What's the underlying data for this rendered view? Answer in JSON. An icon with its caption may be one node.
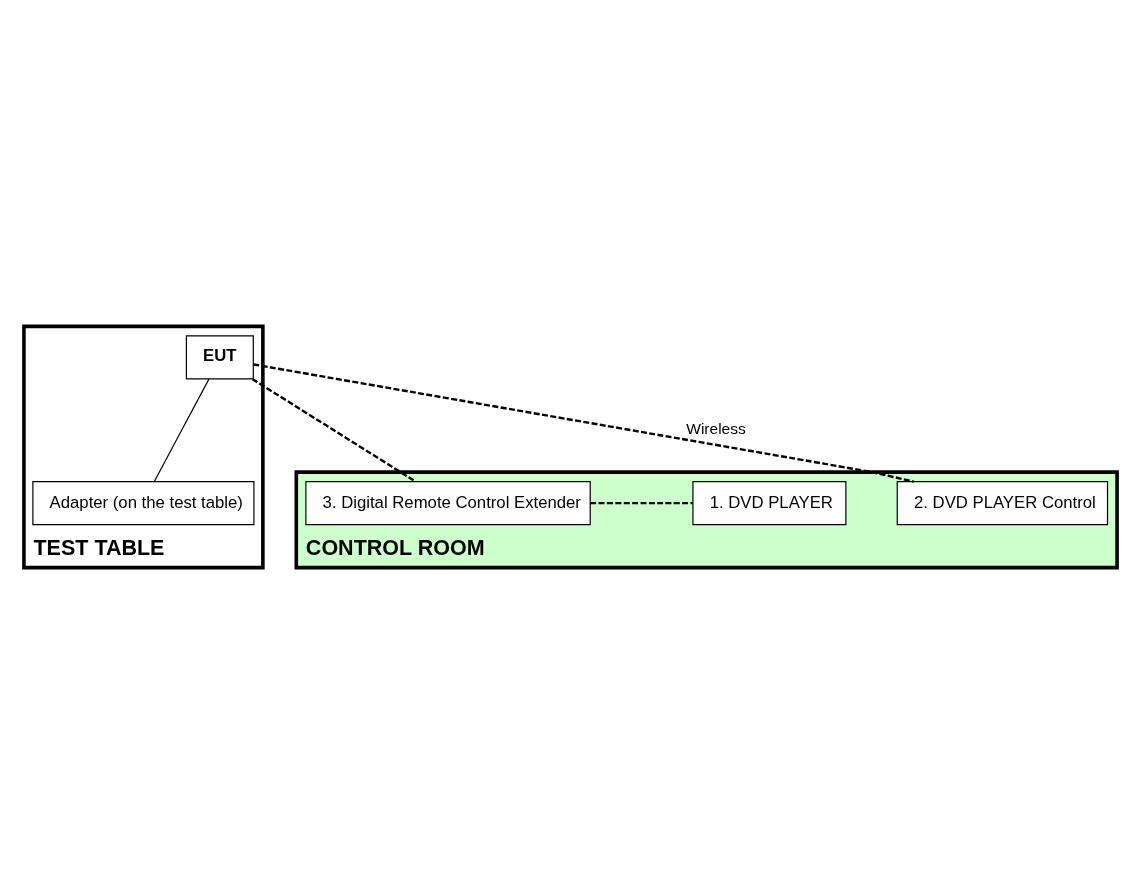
{
  "diagram": {
    "nodes": [
      {
        "text": [
          "TEST TABLE"
        ]
      },
      {
        "text": [
          "EUT"
        ],
        "in": 0
      },
      {
        "text": [
          "Adapter (on the test table)"
        ],
        "in": 0
      },
      {
        "text": [
          "CONTROL ROOM"
        ]
      },
      {
        "text": [
          "3. Digital Remote Control Extender"
        ],
        "in": 3
      },
      {
        "text": [
          "1. DVD PLAYER"
        ],
        "in": 3
      },
      {
        "text": [
          "2. DVD PLAYER Control"
        ],
        "in": 3
      }
    ],
    "edges": [
      {
        "from": 1,
        "to": 2,
        "arrow": "none"
      },
      {
        "from": 1,
        "to": 4,
        "arrow": "none",
        "style": "dashed"
      },
      {
        "from": 1,
        "to": 6,
        "arrow": "none",
        "style": "dashed",
        "label": "Wireless"
      },
      {
        "from": 4,
        "to": 5,
        "arrow": "none",
        "style": "dashed"
      }
    ]
  }
}
